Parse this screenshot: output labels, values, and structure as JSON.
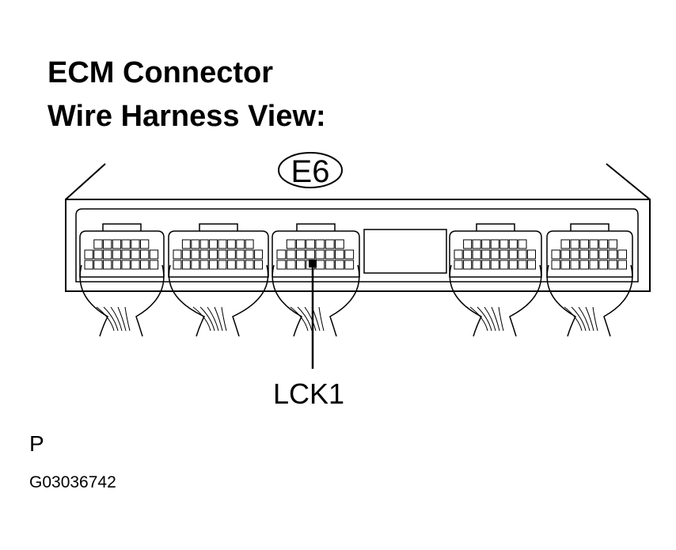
{
  "title": {
    "line1": "ECM Connector",
    "line2": "Wire Harness View:"
  },
  "connector_id": "E6",
  "pin_label": "LCK1",
  "footer": {
    "marker": "P",
    "figure_id": "G03036742"
  }
}
